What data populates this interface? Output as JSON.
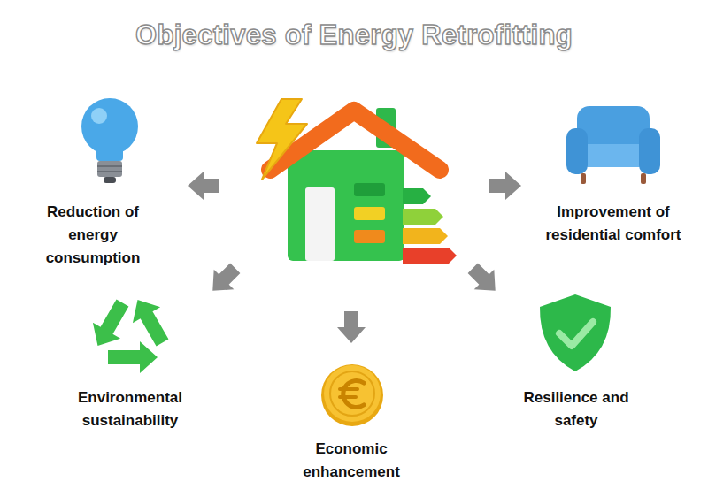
{
  "diagram": {
    "title": "Objectives of Energy Retrofitting",
    "labels": [
      "Reduction of energy consumption",
      "Improvement of residential comfort",
      "Environmental sustainability",
      "Economic enhancement",
      "Resilience and safety"
    ]
  }
}
